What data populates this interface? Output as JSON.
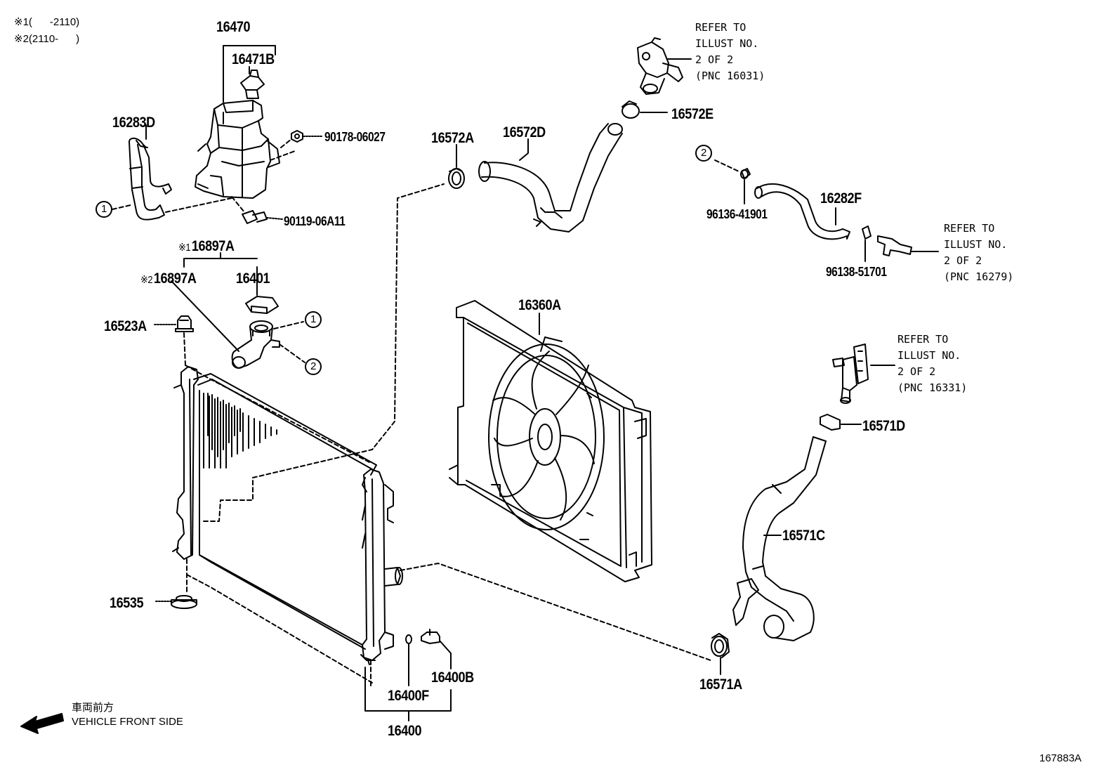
{
  "notes": {
    "note1_mark": "※1",
    "note1_text": "(      -2110)",
    "note2_mark": "※2",
    "note2_text": "(2110-      )"
  },
  "labels": {
    "p16470": "16470",
    "p16471B": "16471B",
    "p16283D": "16283D",
    "p90178": "90178-06027",
    "p90119": "90119-06A11",
    "p16897A_1": "16897A",
    "p16897A_2": "16897A",
    "p16401": "16401",
    "p16523A": "16523A",
    "p16535": "16535",
    "p16572A": "16572A",
    "p16572D": "16572D",
    "p16572E": "16572E",
    "p16360A": "16360A",
    "p96136": "96136-41901",
    "p16282F": "16282F",
    "p96138": "96138-51701",
    "p16571D": "16571D",
    "p16571C": "16571C",
    "p16571A": "16571A",
    "p16400B": "16400B",
    "p16400F": "16400F",
    "p16400": "16400",
    "mark1": "※1",
    "mark2": "※2"
  },
  "refs": [
    {
      "line1": "REFER TO",
      "line2": "ILLUST NO.",
      "line3": "2 OF 2",
      "line4": "(PNC 16031)"
    },
    {
      "line1": "REFER TO",
      "line2": "ILLUST NO.",
      "line3": "2 OF 2",
      "line4": "(PNC 16279)"
    },
    {
      "line1": "REFER TO",
      "line2": "ILLUST NO.",
      "line3": "2 OF 2",
      "line4": "(PNC 16331)"
    }
  ],
  "circles": {
    "c1": "1",
    "c2": "2"
  },
  "footer": {
    "vehicle_jp": "車両前方",
    "vehicle_en": "VEHICLE FRONT SIDE",
    "figure_id": "167883A"
  }
}
